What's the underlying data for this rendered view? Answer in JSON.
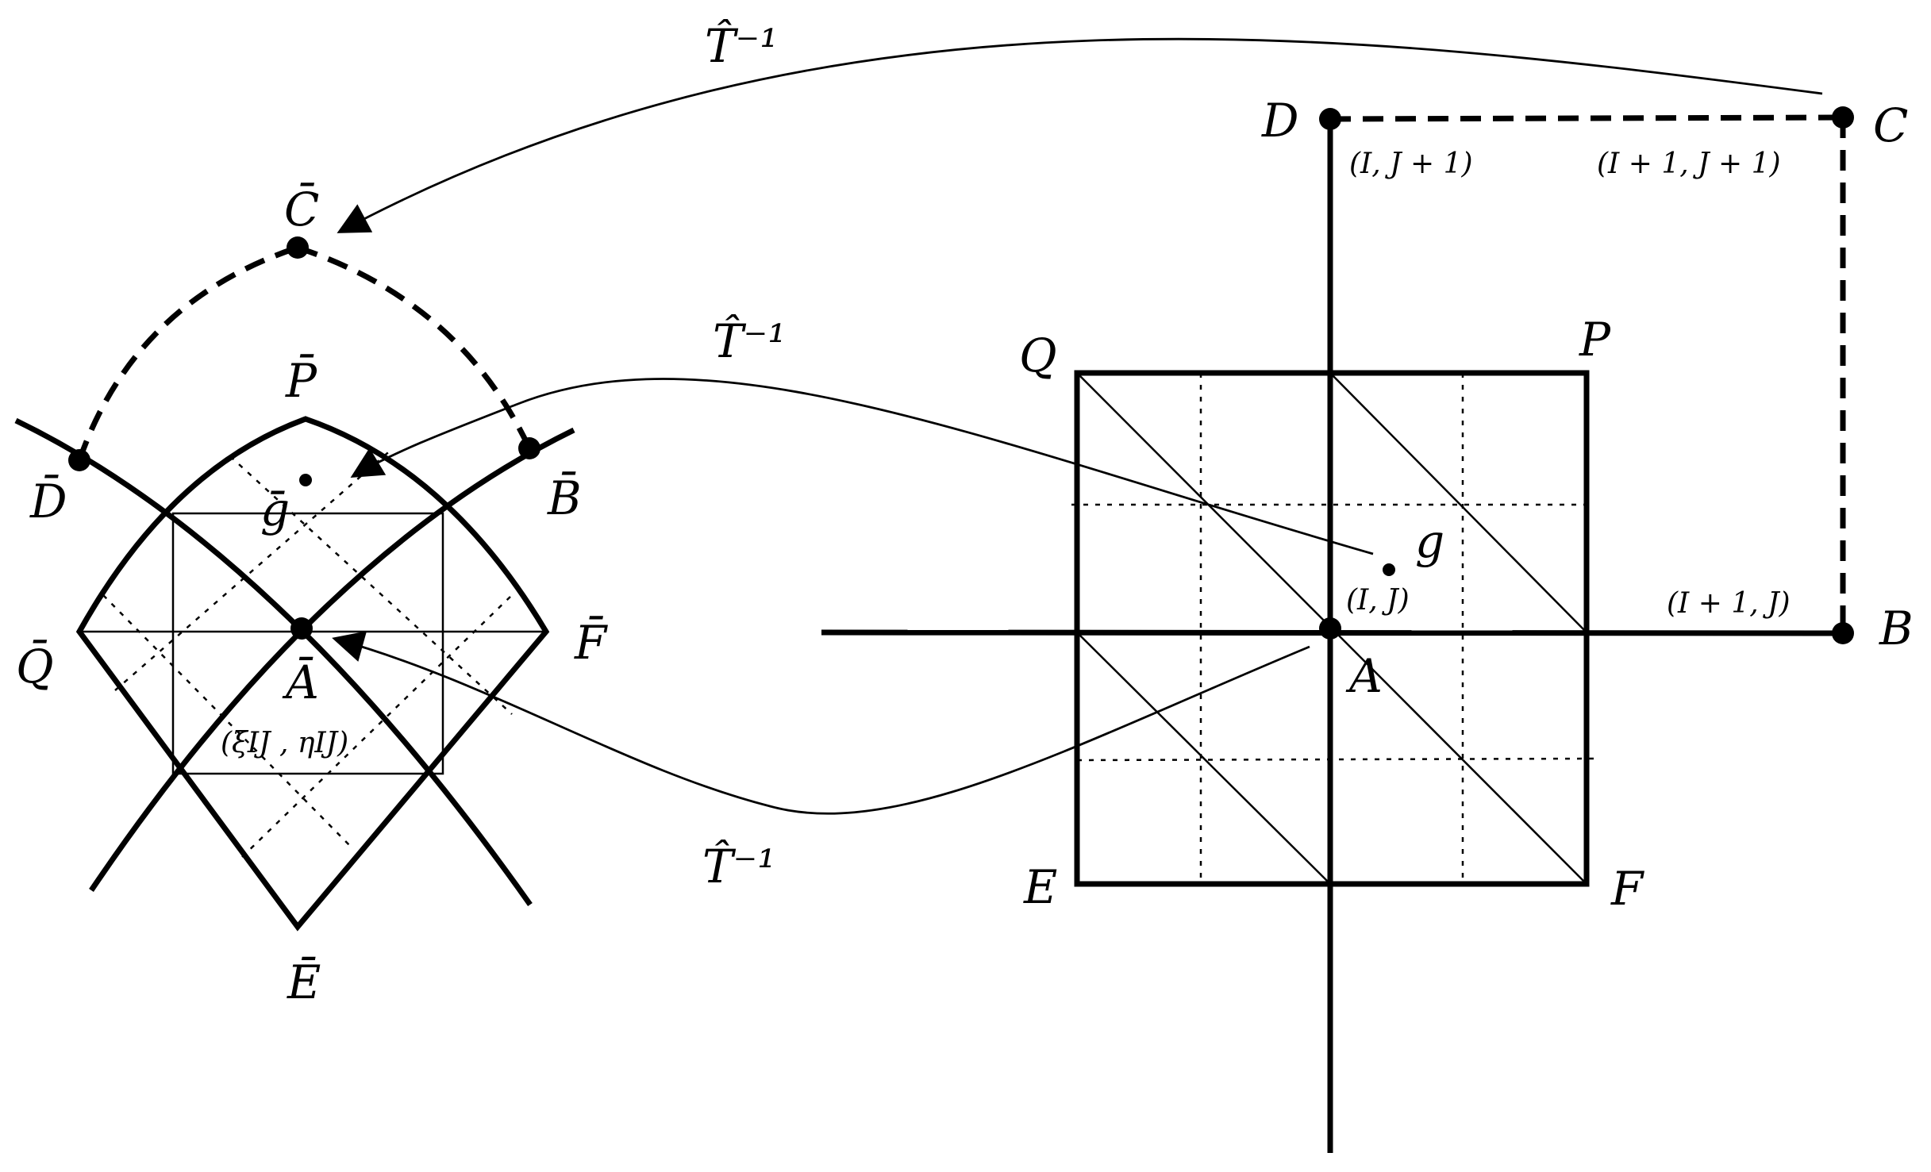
{
  "labels": {
    "grid": {
      "D": "D",
      "C": "C",
      "B": "B",
      "A": "A",
      "P": "P",
      "Q": "Q",
      "E": "E",
      "F": "F",
      "g": "g"
    },
    "indices": {
      "D": "(I, J + 1)",
      "C": "(I + 1, J + 1)",
      "B": "(I + 1, J)",
      "A": "(I, J)"
    },
    "physical": {
      "C": "C̄",
      "D": "D̄",
      "B": "B̄",
      "P": "P̄",
      "Q": "Q̄",
      "A": "Ā",
      "F": "F̄",
      "E": "Ē",
      "g": "ḡ",
      "coords": "(ξIJ , ηIJ)"
    },
    "map": "T̂⁻¹"
  }
}
